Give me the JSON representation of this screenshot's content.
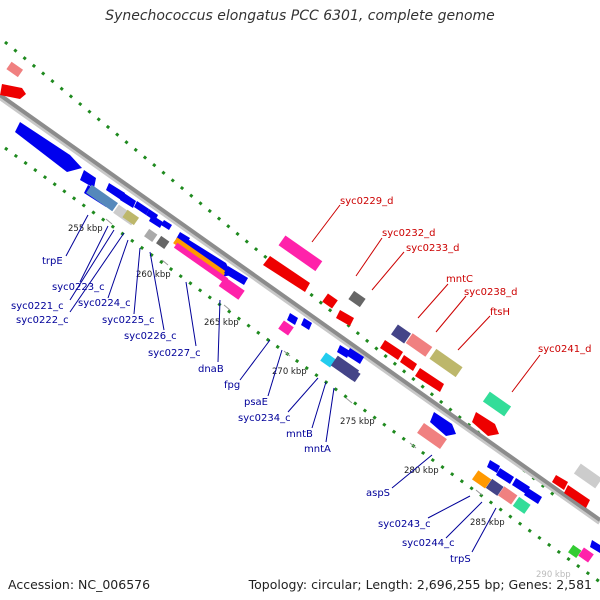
{
  "title": "Synechococcus elongatus PCC 6301, complete genome",
  "footer": {
    "accession": "Accession: NC_006576",
    "stats": "Topology: circular; Length: 2,696,255 bp; Genes: 2,581"
  },
  "colors": {
    "backbone": "#8c8c8c",
    "gc_dots": "#1f8a1f",
    "forward_label": "#cc0000",
    "reverse_label": "#000099"
  },
  "ticks": [
    "255 kbp",
    "260 kbp",
    "265 kbp",
    "270 kbp",
    "275 kbp",
    "280 kbp",
    "285 kbp",
    "290 kbp"
  ],
  "forward_labels": [
    "syc0229_d",
    "syc0232_d",
    "syc0233_d",
    "mntC",
    "syc0238_d",
    "ftsH",
    "syc0241_d"
  ],
  "reverse_labels": [
    "trpE",
    "syc0223_c",
    "syc0221_c",
    "syc0222_c",
    "syc0224_c",
    "syc0225_c",
    "syc0226_c",
    "syc0227_c",
    "dnaB",
    "fpg",
    "psaE",
    "syc0234_c",
    "mntB",
    "mntA",
    "aspS",
    "syc0243_c",
    "syc0244_c",
    "trpS"
  ]
}
